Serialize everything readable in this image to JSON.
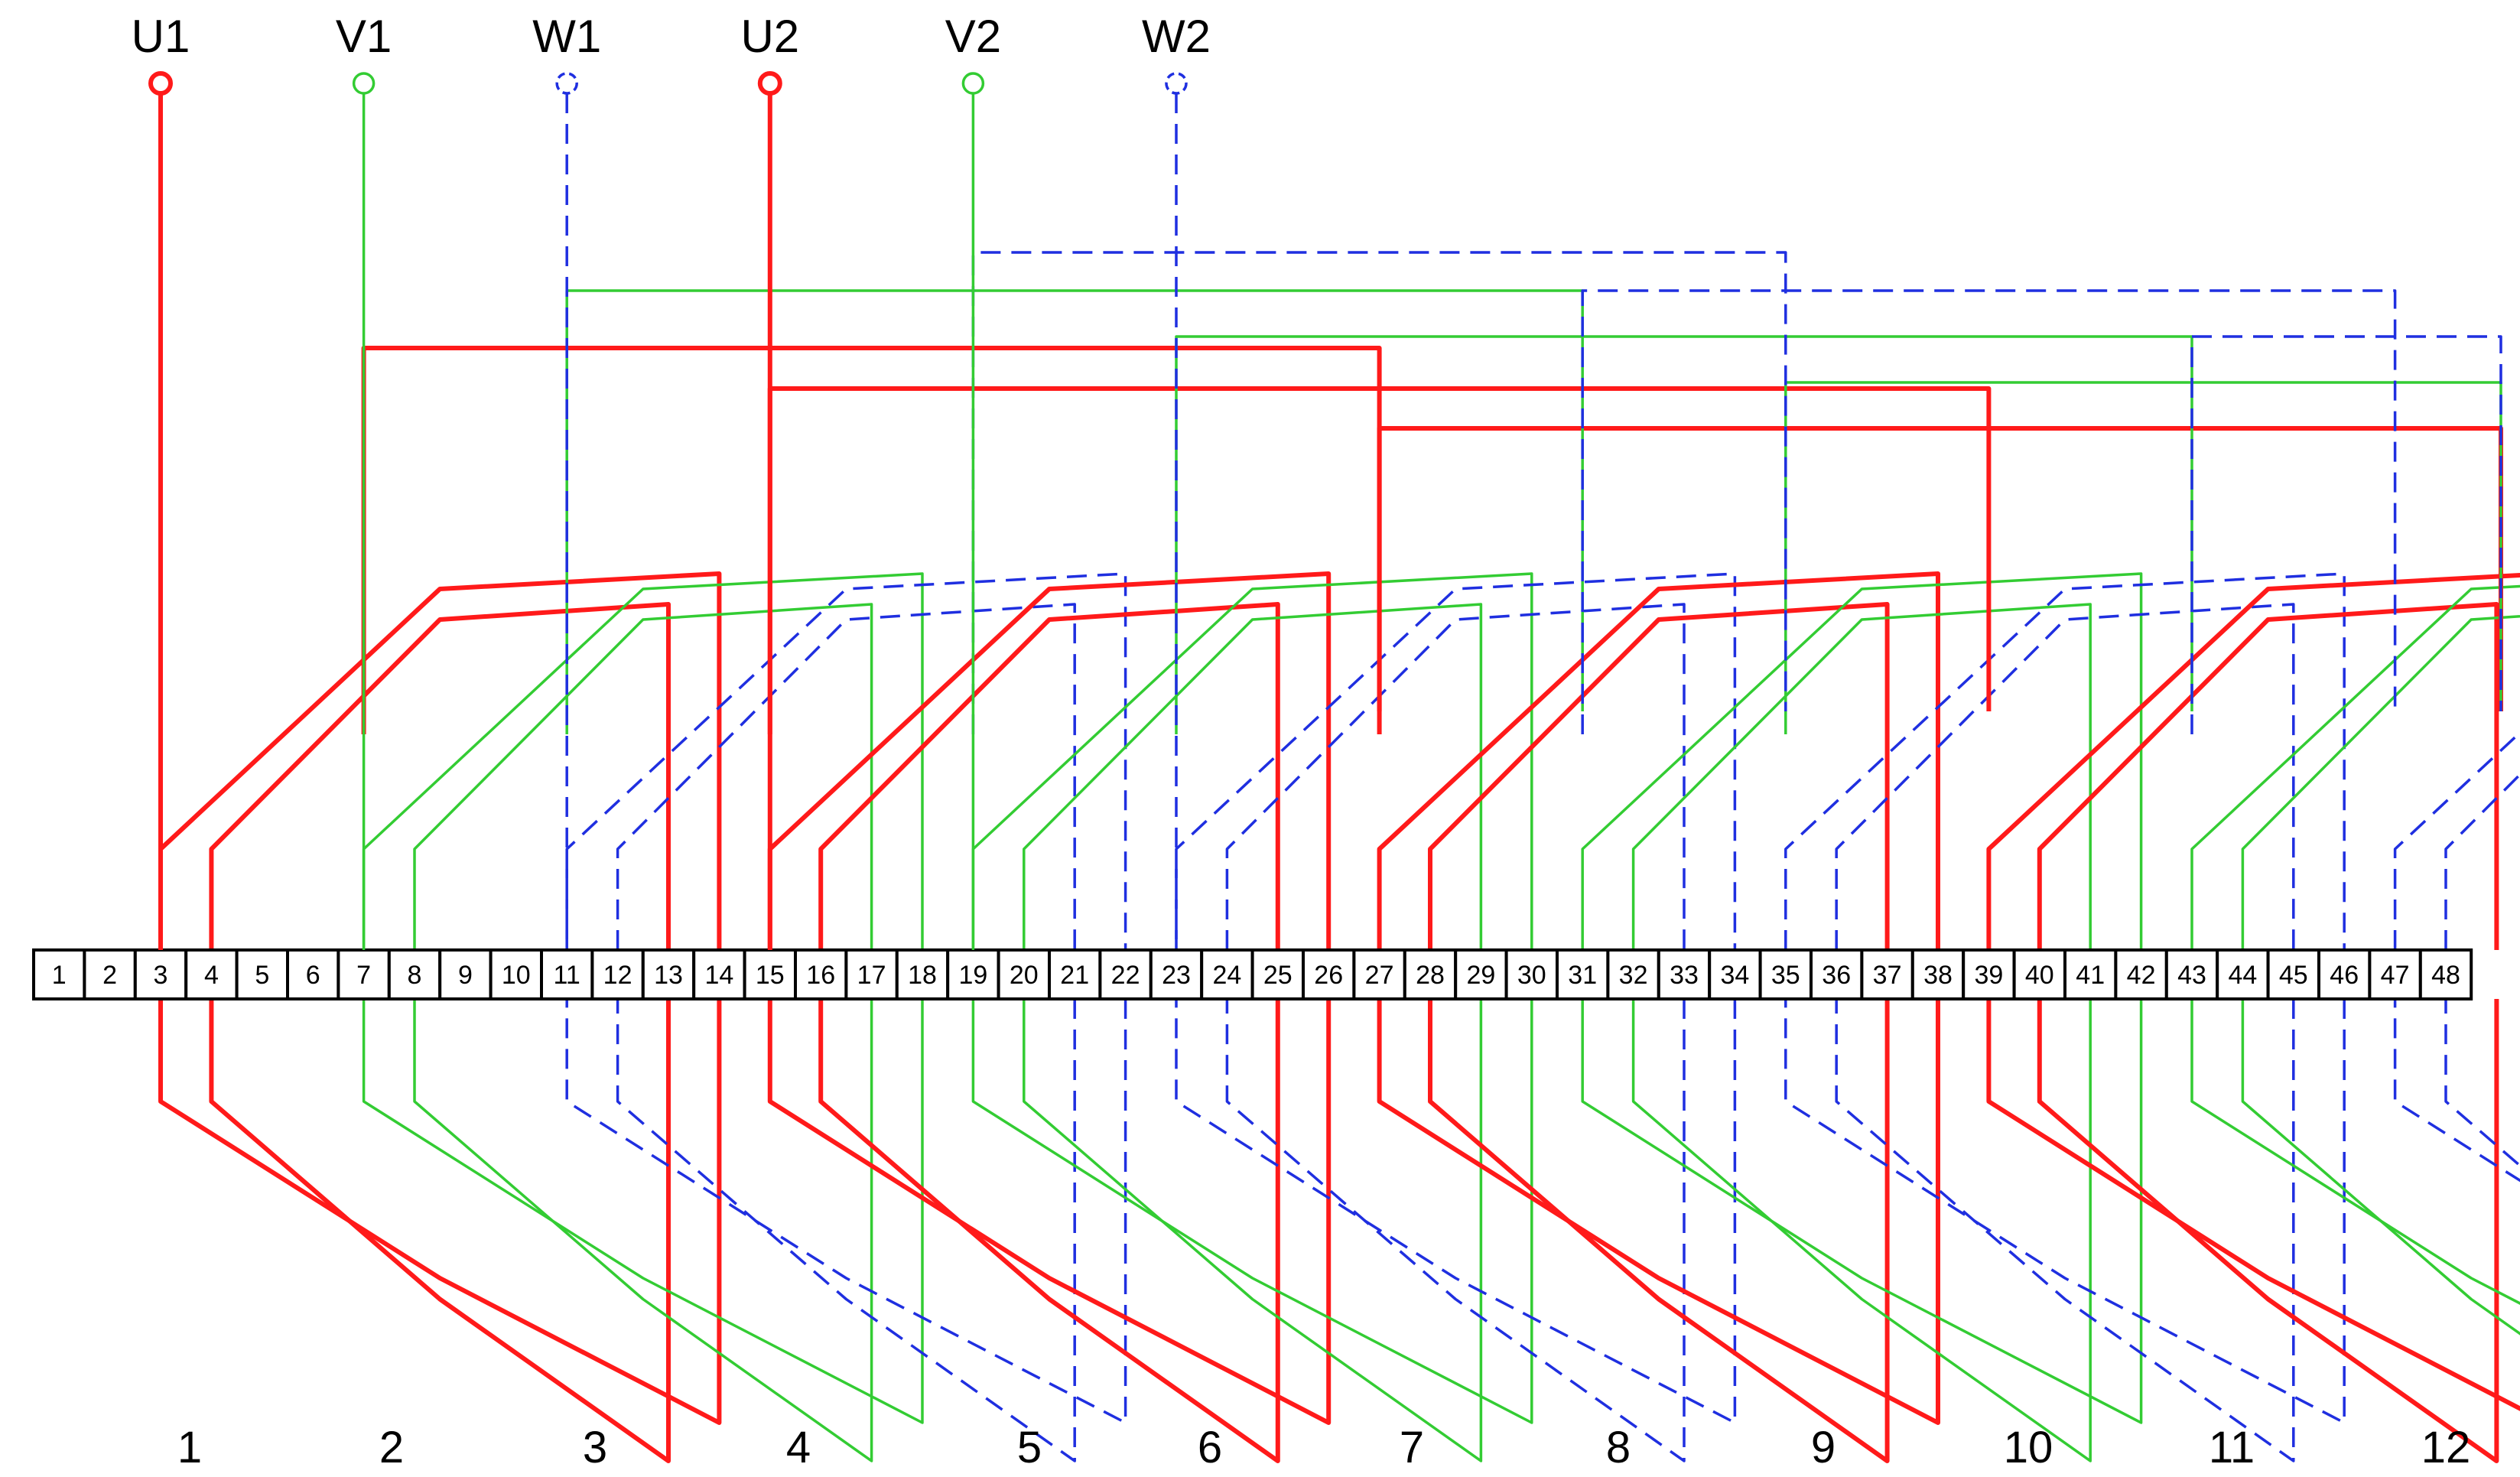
{
  "colors": {
    "U": "#ff1a1a",
    "V": "#33cc33",
    "W": "#1f2fe0",
    "slot_border": "#000000"
  },
  "terminals": [
    {
      "label": "U1",
      "phase": "U",
      "slot": 3
    },
    {
      "label": "V1",
      "phase": "V",
      "slot": 7
    },
    {
      "label": "W1",
      "phase": "W",
      "slot": 11
    },
    {
      "label": "U2",
      "phase": "U",
      "slot": 15
    },
    {
      "label": "V2",
      "phase": "V",
      "slot": 19
    },
    {
      "label": "W2",
      "phase": "W",
      "slot": 23
    }
  ],
  "slots": [
    "1",
    "2",
    "3",
    "4",
    "5",
    "6",
    "7",
    "8",
    "9",
    "10",
    "11",
    "12",
    "13",
    "14",
    "15",
    "16",
    "17",
    "18",
    "19",
    "20",
    "21",
    "22",
    "23",
    "24",
    "25",
    "26",
    "27",
    "28",
    "29",
    "30",
    "31",
    "32",
    "33",
    "34",
    "35",
    "36",
    "37",
    "38",
    "39",
    "40",
    "41",
    "42",
    "43",
    "44",
    "45",
    "46",
    "47",
    "48"
  ],
  "coil_groups": [
    "1",
    "2",
    "3",
    "4",
    "5",
    "6",
    "7",
    "8",
    "9",
    "10",
    "11",
    "12"
  ]
}
